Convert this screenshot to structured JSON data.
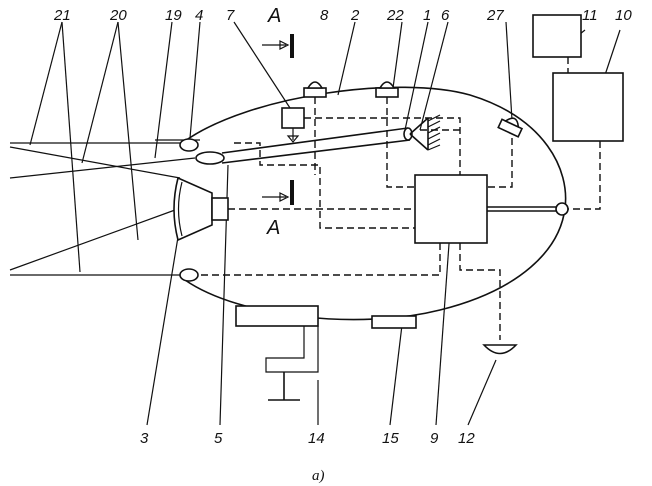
{
  "labels": {
    "l21": "21",
    "l20": "20",
    "l19": "19",
    "l4": "4",
    "l7": "7",
    "lA_top": "A",
    "l8": "8",
    "l2": "2",
    "l22": "22",
    "l1": "1",
    "l6": "6",
    "l27": "27",
    "l11": "11",
    "l10": "10",
    "l3": "3",
    "l5": "5",
    "lA_bottom": "A",
    "l14": "14",
    "l15": "15",
    "l9": "9",
    "l12": "12"
  },
  "caption": "а)"
}
